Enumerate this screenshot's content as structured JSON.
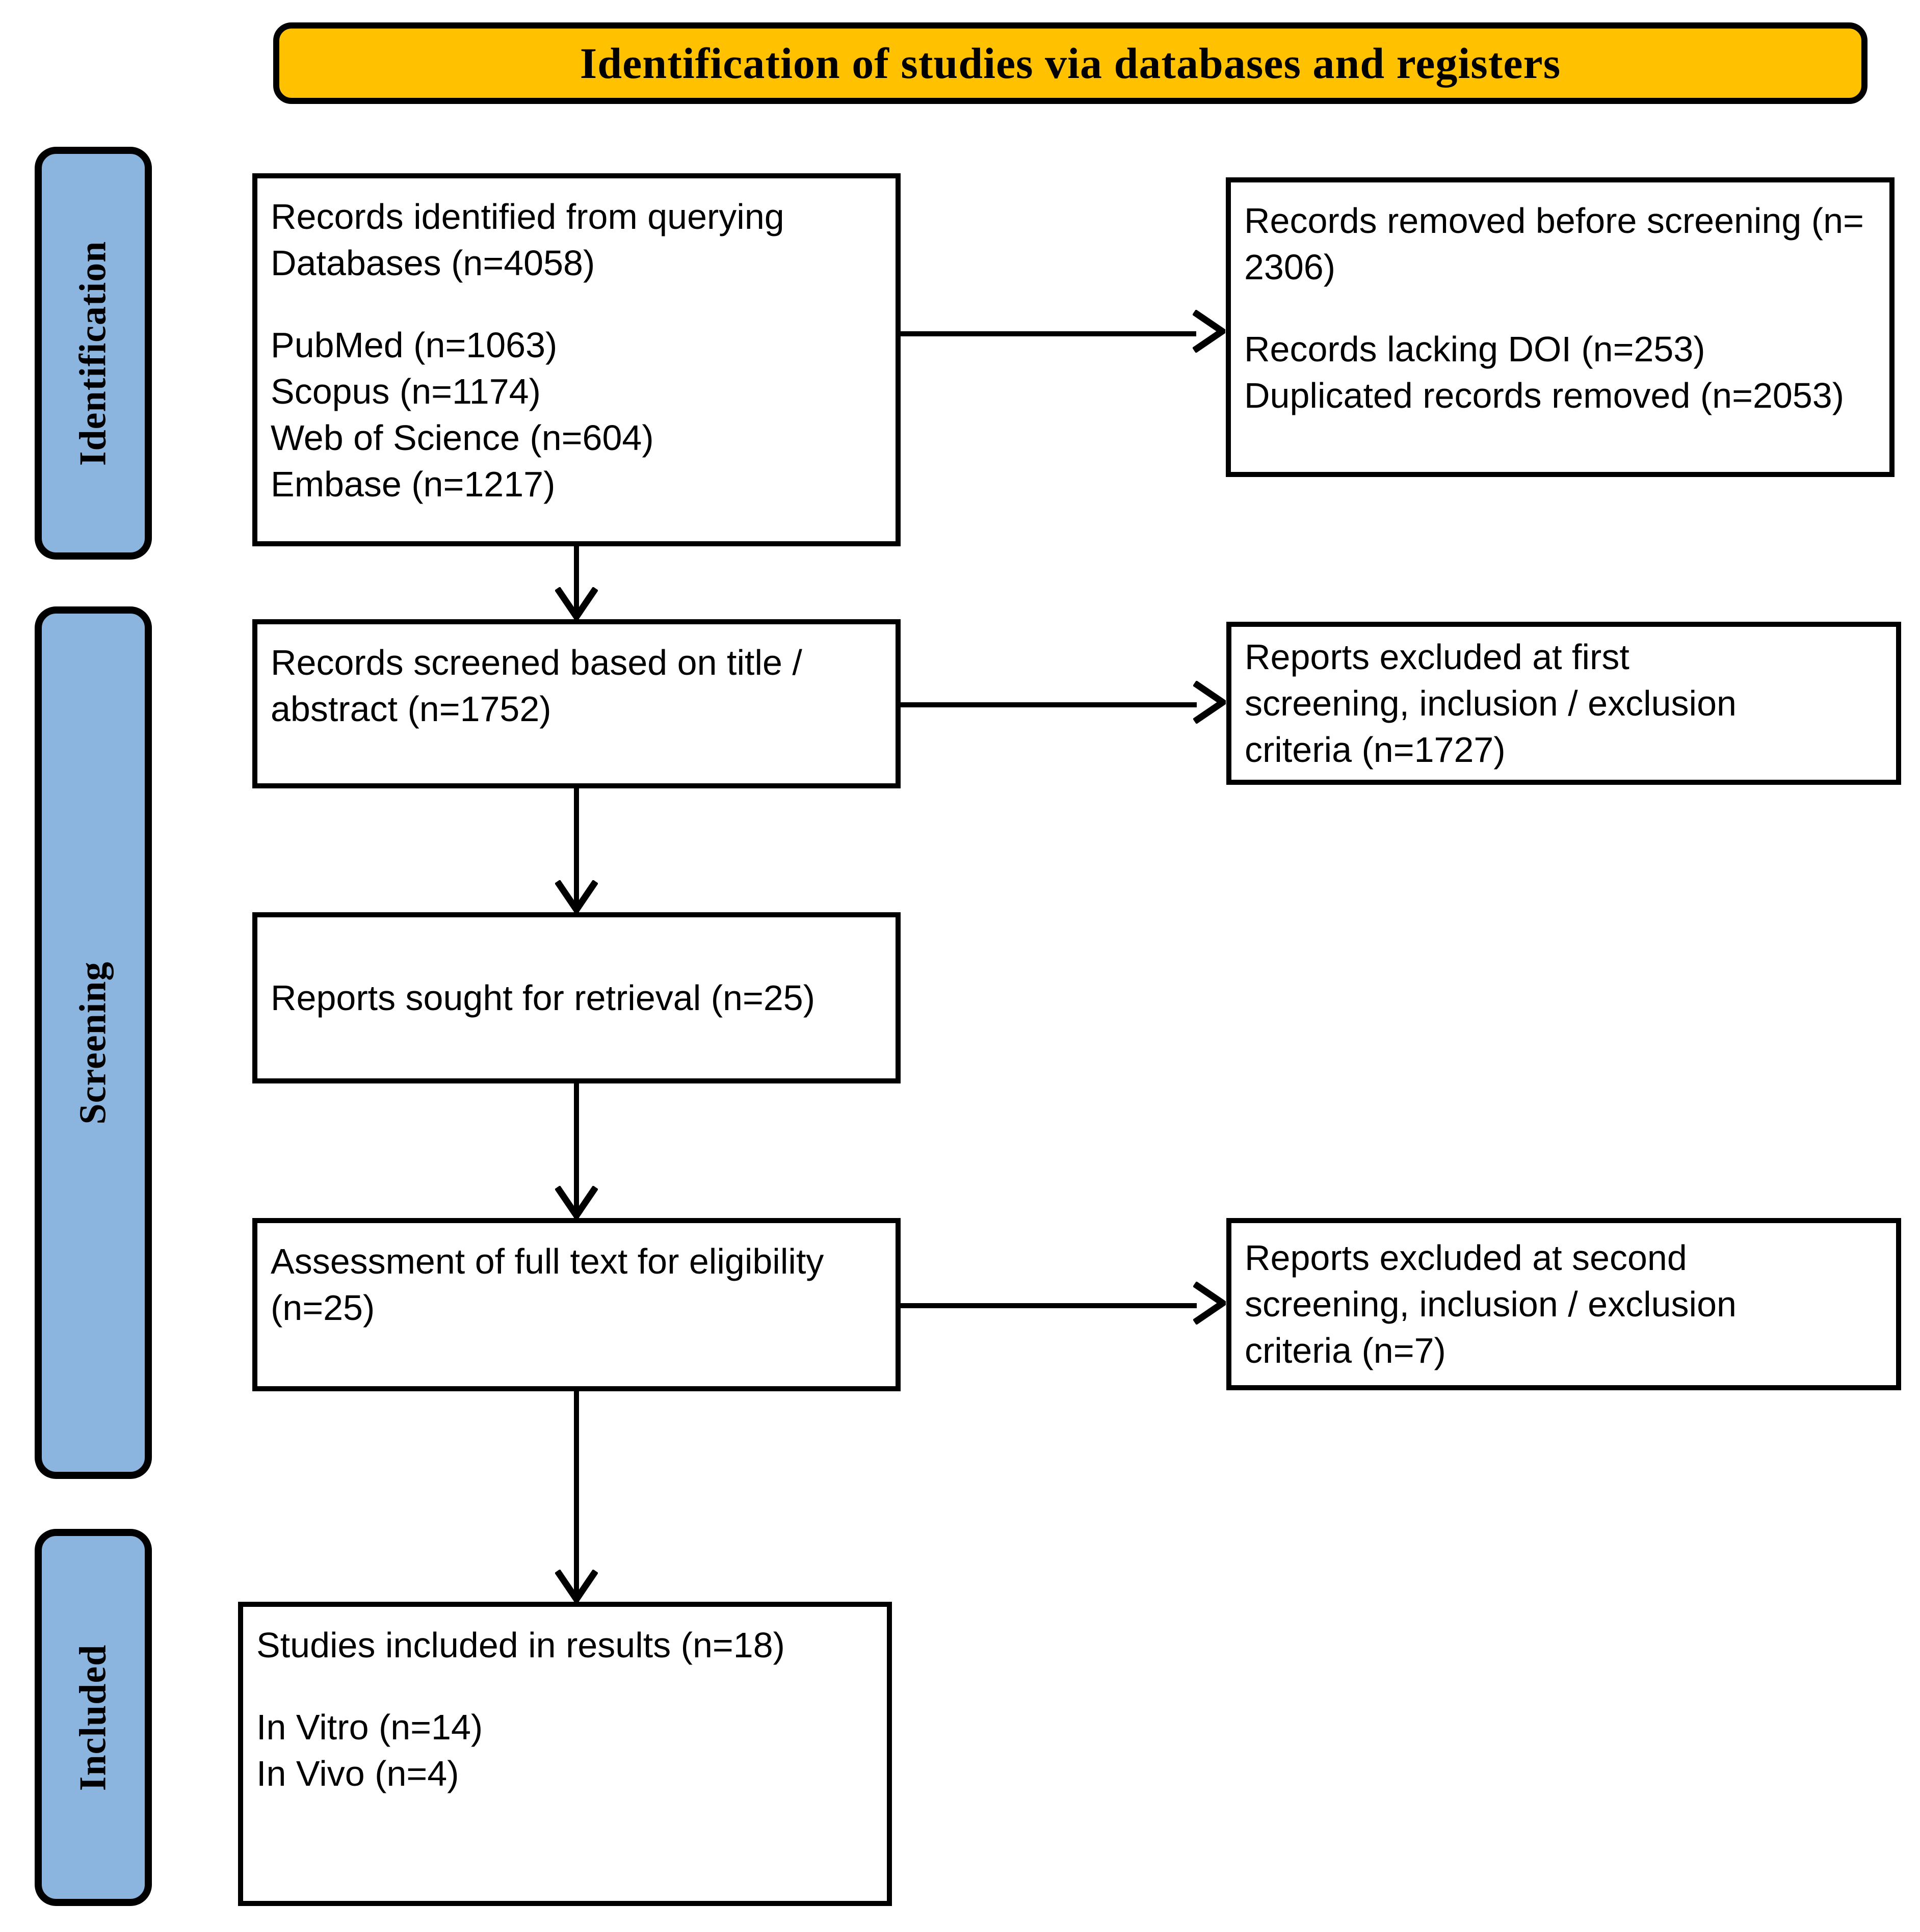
{
  "diagram": {
    "type": "prisma-flow-diagram",
    "title": "Identification of studies via databases and registers",
    "colors": {
      "banner": "#FFC100",
      "stage_label": "#8BB4DE",
      "border": "#000000",
      "box_fill": "#FFFFFF",
      "text": "#000000"
    },
    "stages": [
      {
        "id": "identification",
        "label": "Identification"
      },
      {
        "id": "screening",
        "label": "Screening"
      },
      {
        "id": "included",
        "label": "Included"
      }
    ],
    "boxes": {
      "identified": {
        "lines": [
          "Records identified from querying",
          "Databases (n=4058)",
          "",
          "PubMed (n=1063)",
          "Scopus (n=1174)",
          "Web of Science (n=604)",
          "Embase (n=1217)"
        ]
      },
      "removed_before_screening": {
        "lines": [
          "Records removed before screening  (n=",
          "2306)",
          "",
          "Records lacking DOI (n=253)",
          "Duplicated records removed (n=2053)"
        ]
      },
      "screened": {
        "lines": [
          "Records screened based on title /",
          "abstract (n=1752)"
        ]
      },
      "excluded_first": {
        "lines": [
          "Reports excluded at first",
          "screening, inclusion / exclusion",
          "criteria (n=1727)"
        ]
      },
      "sought_retrieval": {
        "lines": [
          "Reports sought for retrieval (n=25)"
        ]
      },
      "full_text_assessed": {
        "lines": [
          "Assessment of full text for eligibility",
          "(n=25)"
        ]
      },
      "excluded_second": {
        "lines": [
          "Reports excluded at second",
          "screening, inclusion / exclusion",
          "criteria (n=7)"
        ]
      },
      "included_results": {
        "lines": [
          "Studies included in results (n=18)",
          "",
          "In Vitro (n=14)",
          "In Vivo (n=4)"
        ]
      }
    },
    "counts": {
      "databases_total": 4058,
      "pubmed": 1063,
      "scopus": 1174,
      "web_of_science": 604,
      "embase": 1217,
      "removed_before_screening": 2306,
      "lacking_doi": 253,
      "duplicates_removed": 2053,
      "screened_title_abstract": 1752,
      "excluded_first_screening": 1727,
      "sought_for_retrieval": 25,
      "full_text_assessed": 25,
      "excluded_second_screening": 7,
      "included_studies": 18,
      "in_vitro": 14,
      "in_vivo": 4
    }
  }
}
